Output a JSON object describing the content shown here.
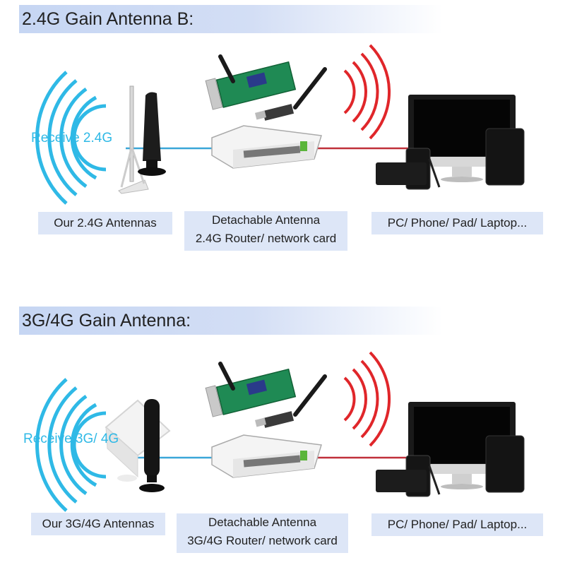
{
  "sections": [
    {
      "title": "2.4G Gain Antenna B:",
      "receive_text": "Receive 2.4G",
      "antenna_label": "Our 2.4G Antennas",
      "router_label_line1": "Detachable Antenna",
      "router_label_line2": "2.4G Router/ network card",
      "devices_label": "PC/ Phone/ Pad/ Laptop...",
      "antenna_type": "omni-antenna-with-stick"
    },
    {
      "title": "3G/4G Gain Antenna:",
      "receive_text": "Receive 3G/ 4G",
      "antenna_label": "Our 3G/4G Antennas",
      "router_label_line1": "Detachable Antenna",
      "router_label_line2": "3G/4G Router/ network card",
      "devices_label": "PC/ Phone/ Pad/ Laptop...",
      "antenna_type": "panel-antenna-with-stick"
    }
  ],
  "colors": {
    "incoming_signal": "#2fb9e6",
    "outgoing_signal": "#e0262a",
    "cable_in": "#3aa6d8",
    "cable_out": "#c0303a",
    "header_band": "#c6d6f3",
    "label_box": "#dde6f7"
  }
}
